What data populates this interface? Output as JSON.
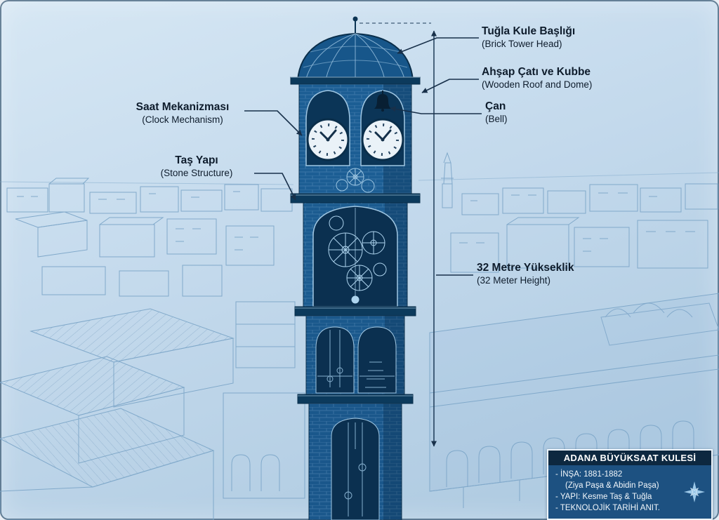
{
  "title": "Adana Büyüksaat Kulesi blueprint diagram",
  "labels": {
    "clock_mechanism": {
      "tr": "Saat Mekanizması",
      "en": "(Clock Mechanism)"
    },
    "stone_structure": {
      "tr": "Taş Yapı",
      "en": "(Stone Structure)"
    },
    "brick_tower_head": {
      "tr": "Tuğla Kule Başlığı",
      "en": "(Brick Tower Head)"
    },
    "wooden_roof_dome": {
      "tr": "Ahşap Çatı ve Kubbe",
      "en": "(Wooden Roof and Dome)"
    },
    "bell": {
      "tr": "Çan",
      "en": "(Bell)"
    },
    "height": {
      "tr": "32 Metre Yükseklik",
      "en": "(32 Meter Height)"
    }
  },
  "info_box": {
    "title": "ADANA BÜYÜKSAAT KULESİ",
    "lines": [
      "- İNŞA: 1881-1882",
      "(Ziya Paşa & Abidin Paşa)",
      "- YAPI: Kesme Taş & Tuğla",
      "- TEKNOLOJİK TARİHİ ANIT."
    ]
  },
  "colors": {
    "background": "#c3d9ec",
    "tower_blue": "#1c5e94",
    "tower_dark_recess": "#0b3050",
    "city_line_art": "#7ea7c9",
    "label_text": "#0e1c2c",
    "infobox_header_bg": "#0d2840",
    "infobox_body_bg": "#1d5181",
    "infobox_text": "#f2f7fb",
    "accent_light": "#9cc8e8"
  }
}
